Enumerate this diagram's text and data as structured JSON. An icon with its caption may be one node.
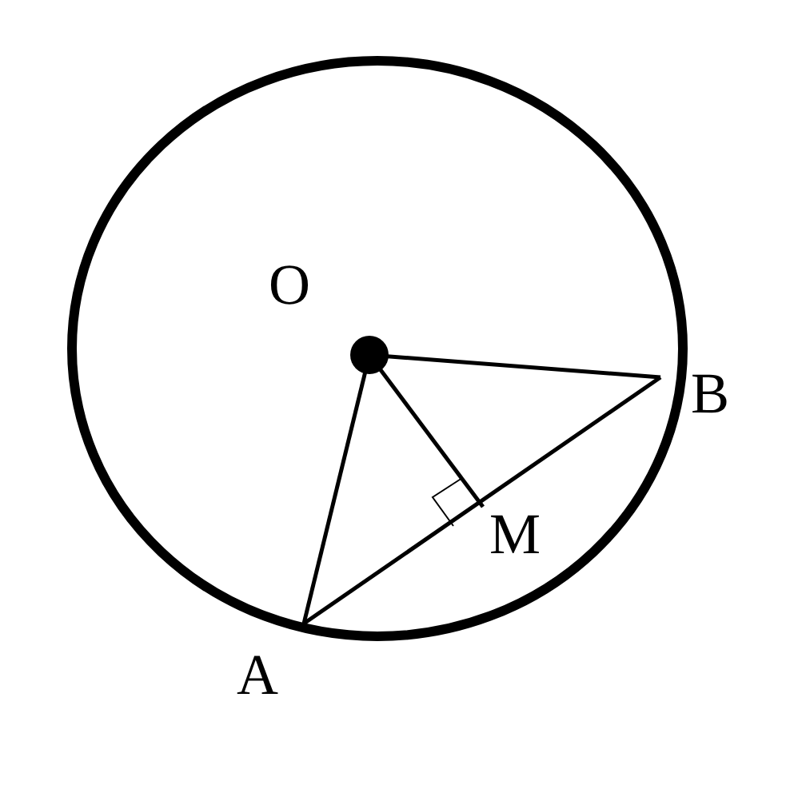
{
  "diagram": {
    "labels": [
      "O",
      "B",
      "M",
      "A"
    ]
  }
}
